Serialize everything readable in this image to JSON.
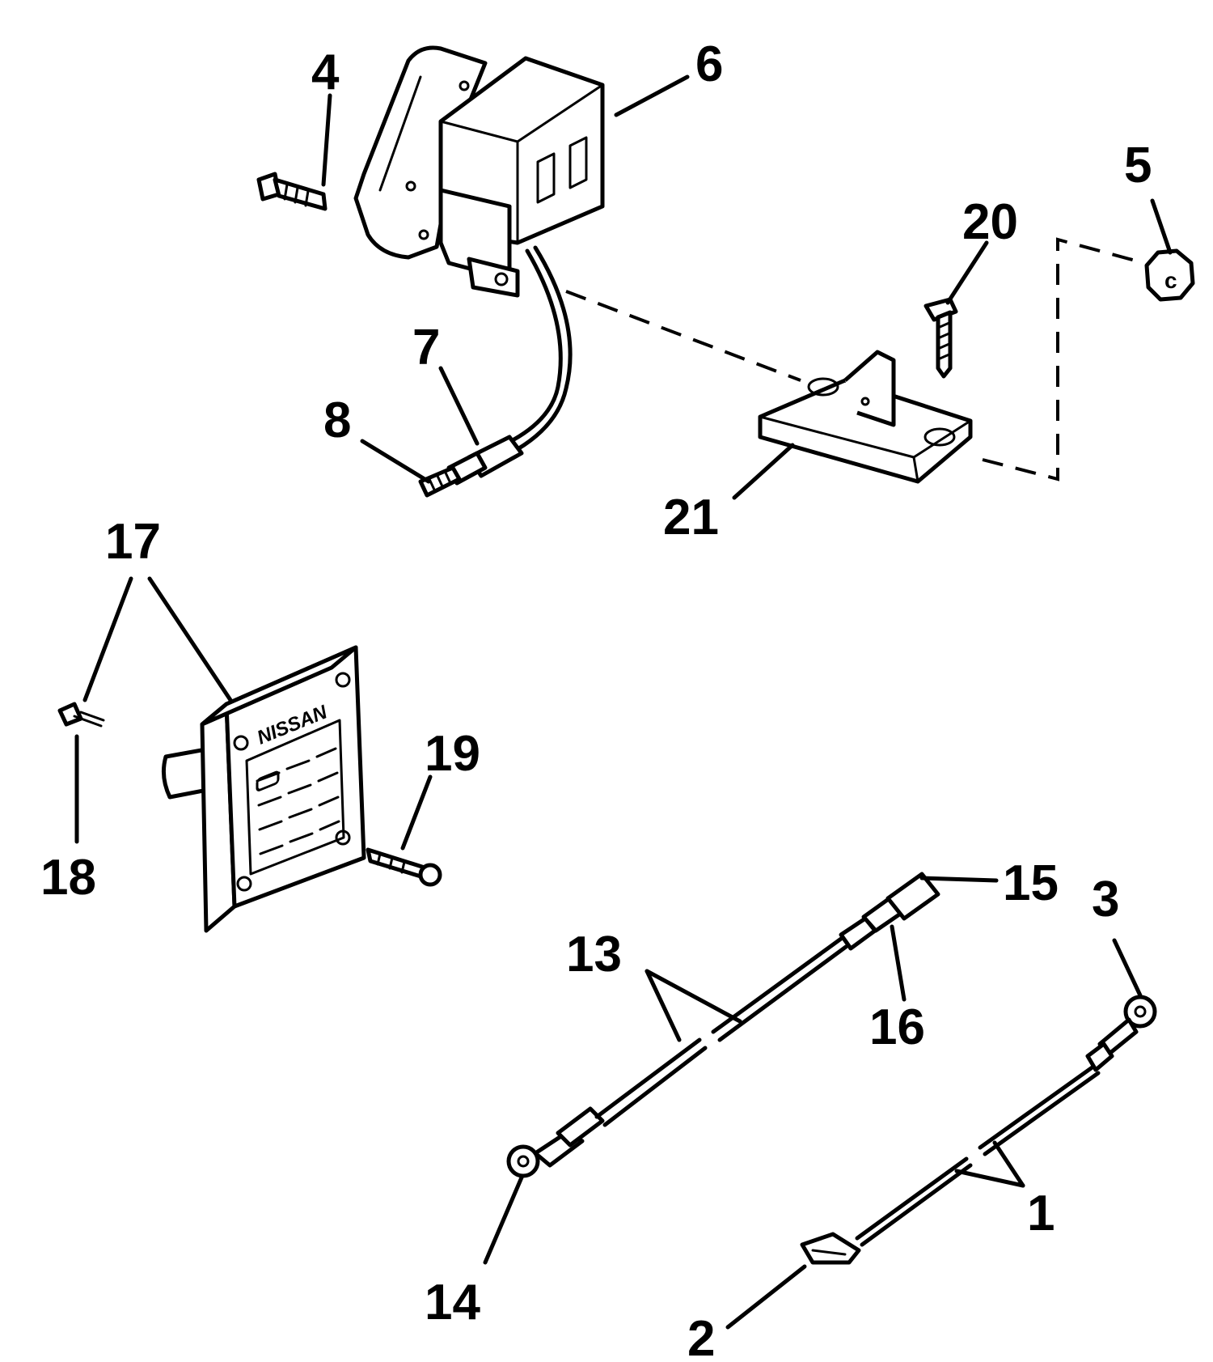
{
  "diagram": {
    "callouts": {
      "c1": "1",
      "c2": "2",
      "c3": "3",
      "c4": "4",
      "c5": "5",
      "c6": "6",
      "c7": "7",
      "c8": "8",
      "c13": "13",
      "c14": "14",
      "c15": "15",
      "c16": "16",
      "c17": "17",
      "c18": "18",
      "c19": "19",
      "c20": "20",
      "c21": "21"
    },
    "panel_brand": "NISSAN"
  }
}
